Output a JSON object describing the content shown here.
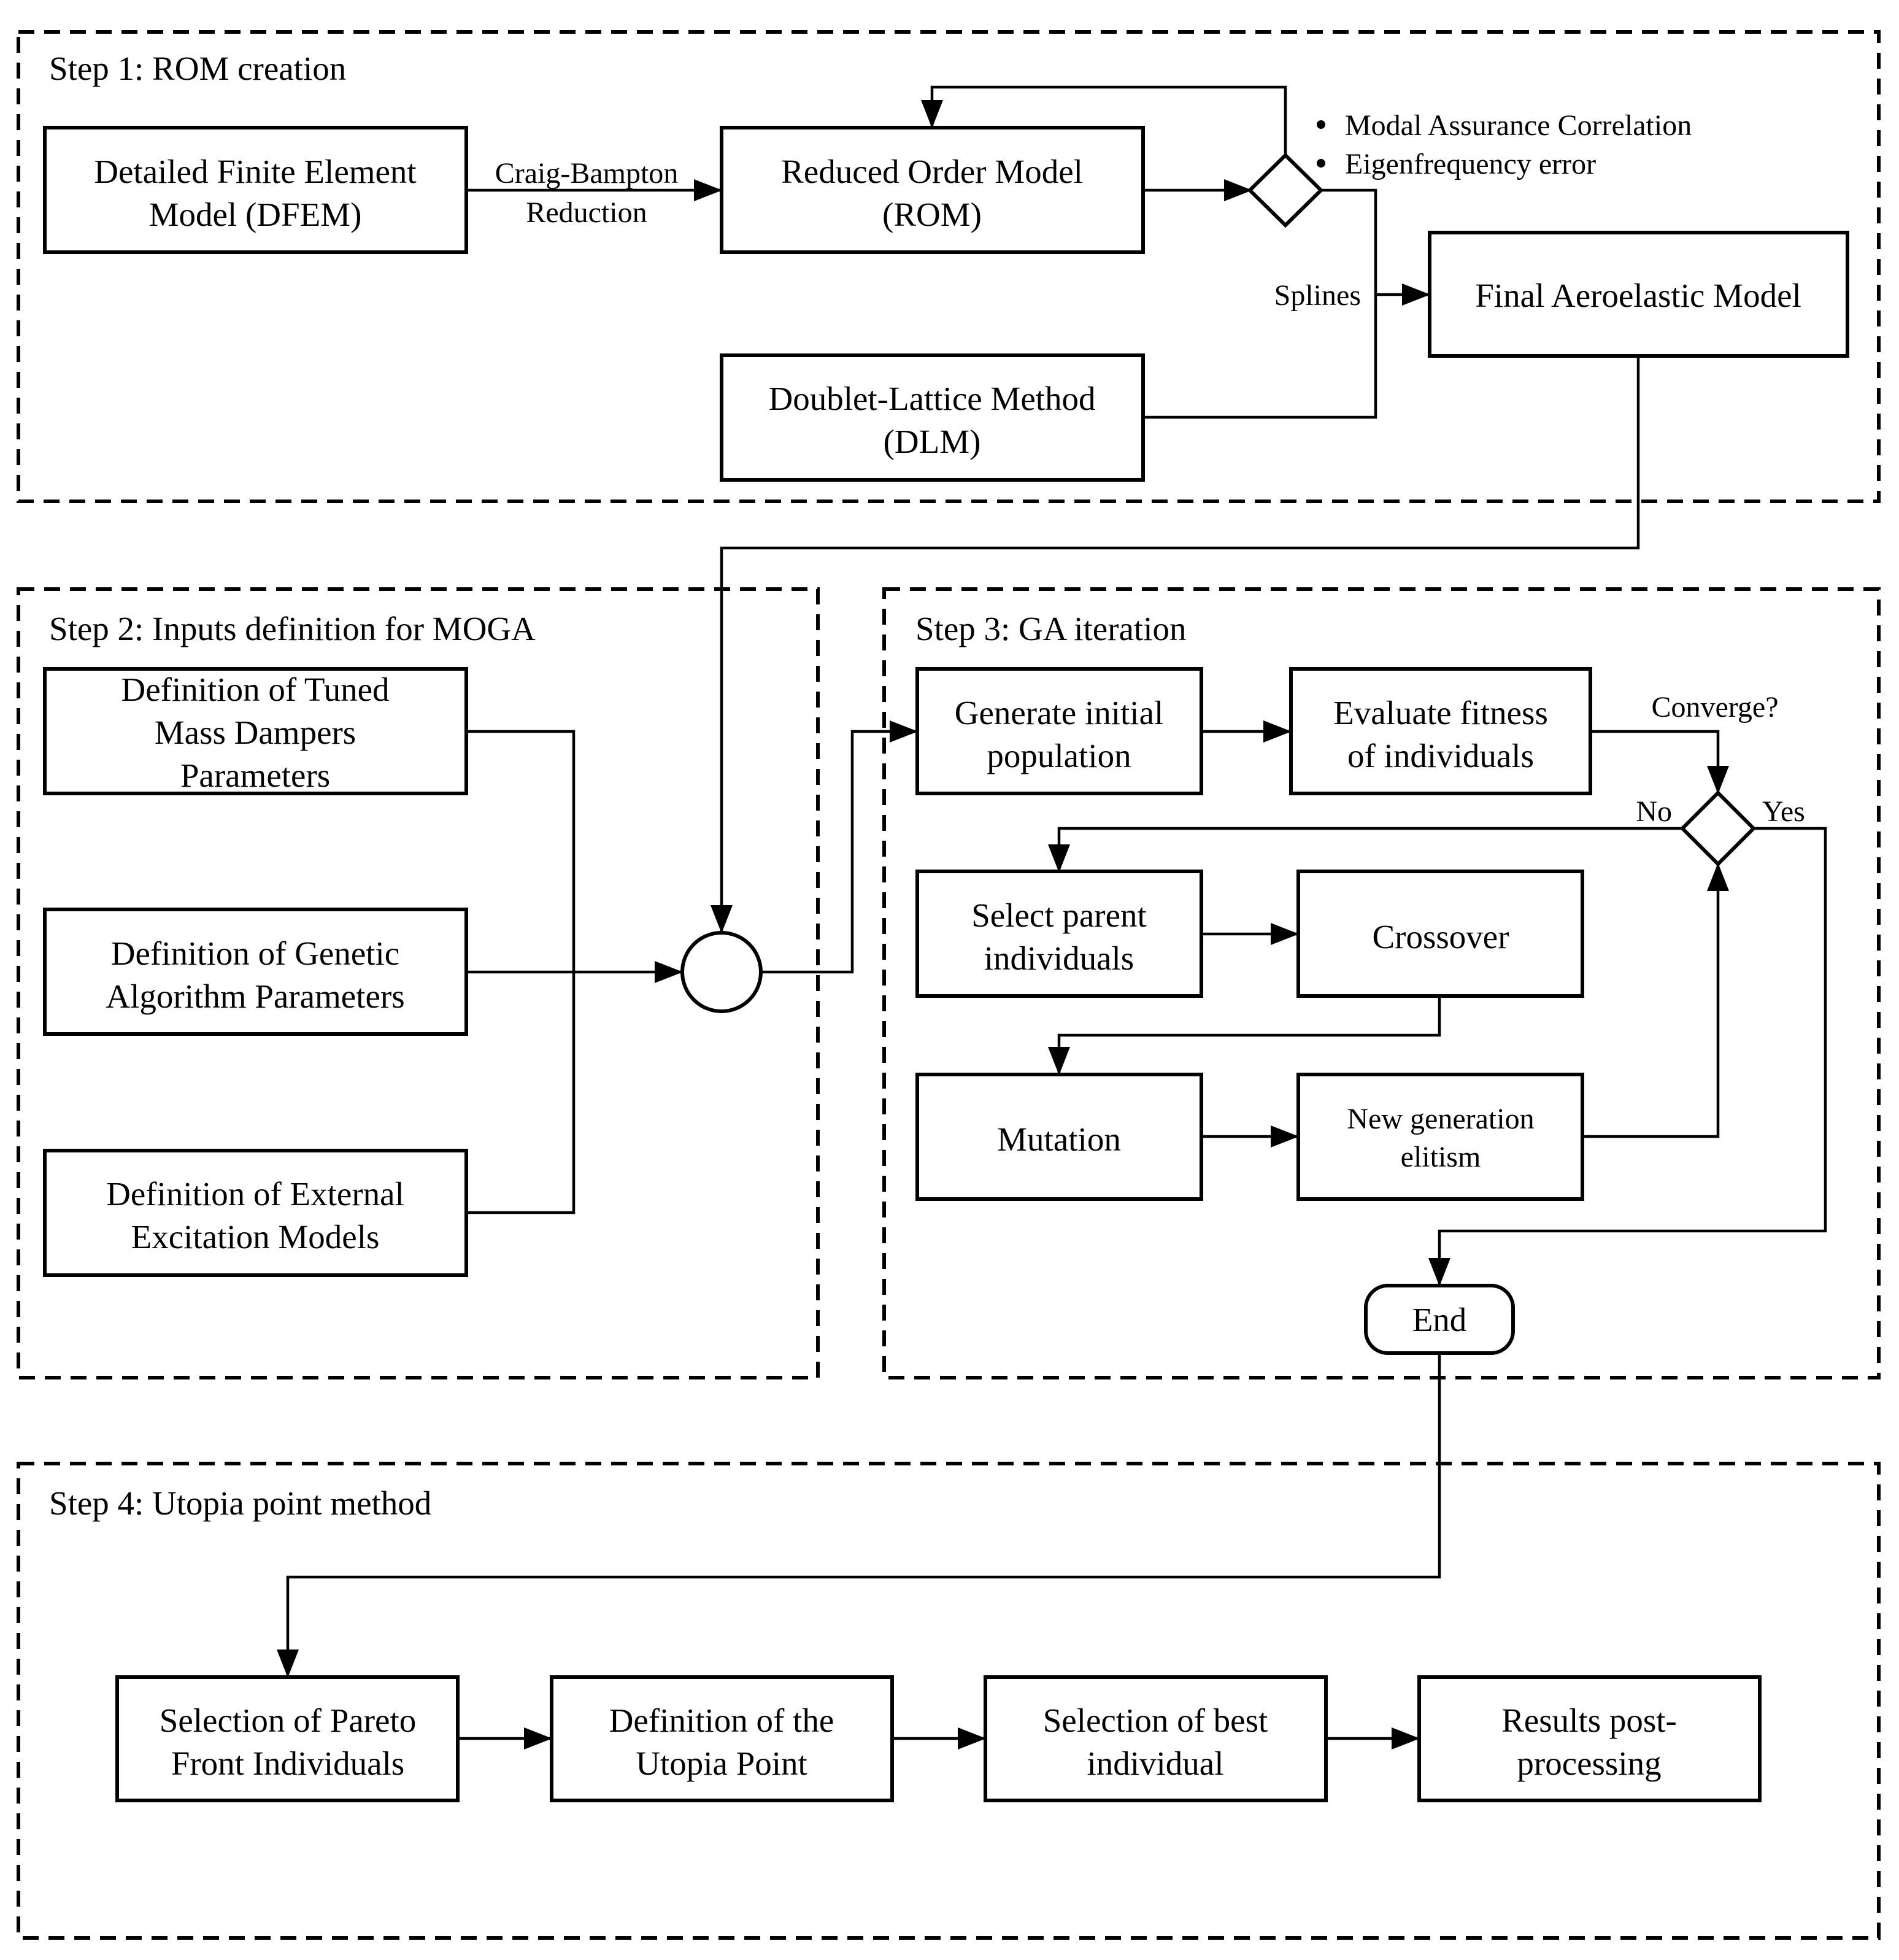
{
  "steps": {
    "step1": "Step 1: ROM creation",
    "step2": "Step 2: Inputs definition for MOGA",
    "step3": "Step 3: GA iteration",
    "step4": "Step 4: Utopia point method"
  },
  "step1": {
    "dfem": [
      "Detailed Finite Element",
      "Model (DFEM)"
    ],
    "reduction": [
      "Craig-Bampton",
      "Reduction"
    ],
    "rom": [
      "Reduced Order Model",
      "(ROM)"
    ],
    "criteria": [
      "Modal Assurance Correlation",
      "Eigenfrequency error"
    ],
    "splines": "Splines",
    "final_model": "Final Aeroelastic Model",
    "dlm": [
      "Doublet-Lattice Method",
      "(DLM)"
    ]
  },
  "step2": {
    "tmd": [
      "Definition of Tuned",
      "Mass Dampers",
      "Parameters"
    ],
    "ga_params": [
      "Definition of Genetic",
      "Algorithm Parameters"
    ],
    "excitation": [
      "Definition of External",
      "Excitation Models"
    ]
  },
  "step3": {
    "generate": [
      "Generate initial",
      "population"
    ],
    "evaluate": [
      "Evaluate fitness",
      "of individuals"
    ],
    "converge": "Converge?",
    "no": "No",
    "yes": "Yes",
    "select": [
      "Select parent",
      "individuals"
    ],
    "crossover": "Crossover",
    "mutation": "Mutation",
    "new_gen": [
      "New generation",
      "elitism"
    ],
    "end": "End"
  },
  "step4": {
    "pareto": [
      "Selection of Pareto",
      "Front Individuals"
    ],
    "utopia": [
      "Definition of the",
      "Utopia Point"
    ],
    "best": [
      "Selection of best",
      "individual"
    ],
    "results": [
      "Results post-",
      "processing"
    ]
  }
}
